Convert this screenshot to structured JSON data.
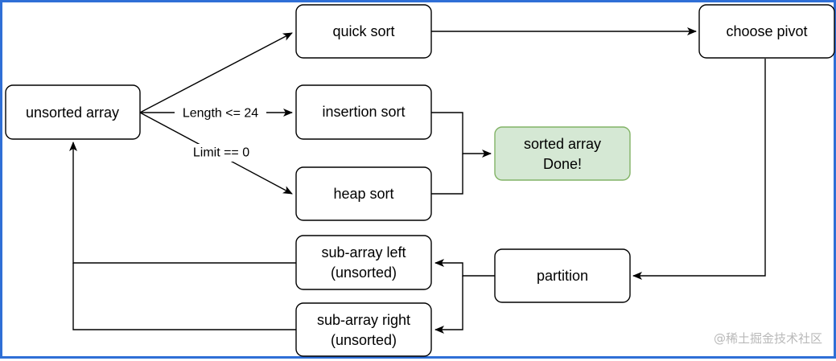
{
  "nodes": {
    "unsorted_array": "unsorted array",
    "quick_sort": "quick sort",
    "insertion_sort": "insertion sort",
    "heap_sort": "heap sort",
    "choose_pivot": "choose pivot",
    "sorted_array_line1": "sorted array",
    "sorted_array_line2": "Done!",
    "partition": "partition",
    "sub_left_line1": "sub-array left",
    "sub_left_line2": "(unsorted)",
    "sub_right_line1": "sub-array right",
    "sub_right_line2": "(unsorted)"
  },
  "edges": {
    "length_label": "Length <= 24",
    "limit_label": "Limit == 0"
  },
  "watermark": "@稀土掘金技术社区",
  "colors": {
    "done_fill": "#d5e8d4",
    "done_stroke": "#82b366",
    "frame_border": "#2f6fd6"
  }
}
